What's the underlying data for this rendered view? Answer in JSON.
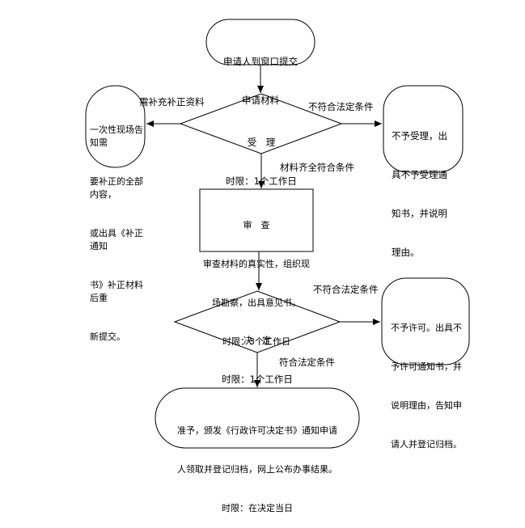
{
  "nodes": {
    "start": {
      "lines": [
        "申请人到窗口提交",
        "申请材料"
      ]
    },
    "accept": {
      "title": "受　理",
      "time": "时限：1个工作日"
    },
    "supplement": {
      "lines": [
        "一次性现场告知需",
        "要补正的全部内容，",
        "或出具《补正通知",
        "书》补正材料后重",
        "新提交。"
      ]
    },
    "reject1": {
      "lines": [
        "不予受理，出",
        "具不予受理通",
        "知书，并说明",
        "理由。"
      ]
    },
    "review": {
      "title": "审　查",
      "lines": [
        "审查材料的真实性，组织现",
        "场勘察，出具意见书。"
      ],
      "time": "时限：3个工作日"
    },
    "decide": {
      "title": "决　定",
      "time": "时限：1个工作日"
    },
    "reject2": {
      "lines": [
        "不予许可。出具不",
        "予许可通知书，并",
        "说明理由，告知申",
        "请人并登记归档。"
      ]
    },
    "grant": {
      "lines": [
        "准予，颁发《行政许可决定书》通知申请",
        "人领取并登记归档，网上公布办事结果。",
        "时限：在决定当日"
      ]
    }
  },
  "edges": {
    "need_supplement": "需补充补正资料",
    "not_legal_1": "不符合法定条件",
    "complete": "材料齐全符合条件",
    "not_legal_2": "不符合法定条件",
    "legal": "符合法定条件"
  }
}
